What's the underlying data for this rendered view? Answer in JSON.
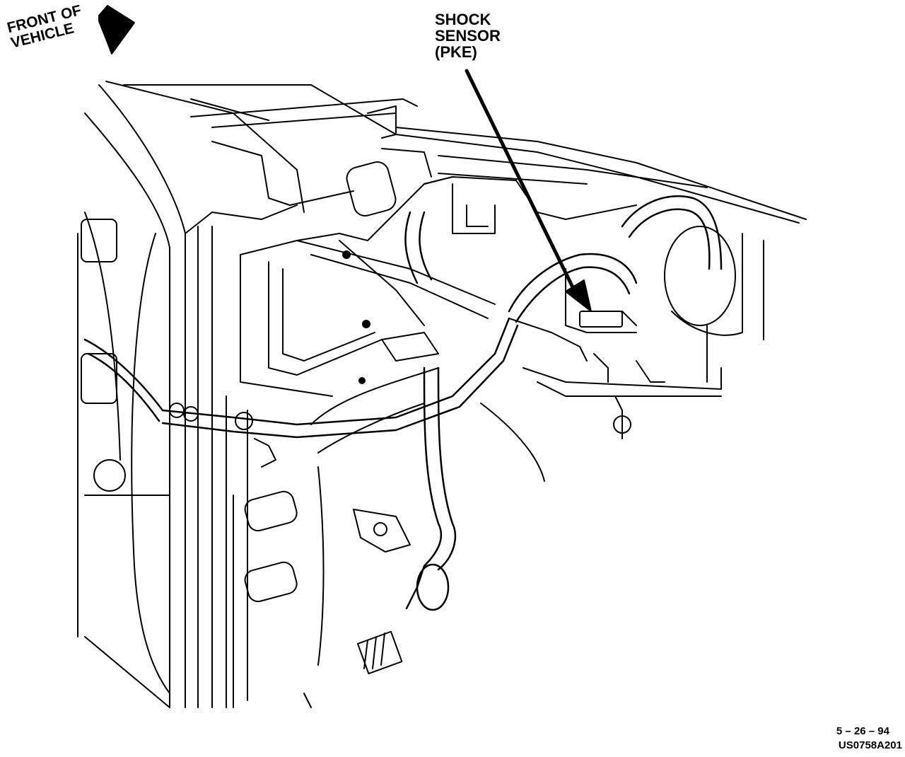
{
  "labels": {
    "front_of_vehicle": [
      "FRONT OF",
      "VEHICLE"
    ],
    "shock_sensor": [
      "SHOCK",
      "SENSOR",
      "(PKE)"
    ],
    "date_code": "5 – 26 – 94",
    "figure_id": "US0758A201"
  },
  "colors": {
    "ink": "#000000",
    "paper": "#ffffff"
  },
  "icons": {
    "direction_arrow": "front-direction-arrow-icon",
    "leader_arrow": "shock-sensor-leader-arrow"
  }
}
